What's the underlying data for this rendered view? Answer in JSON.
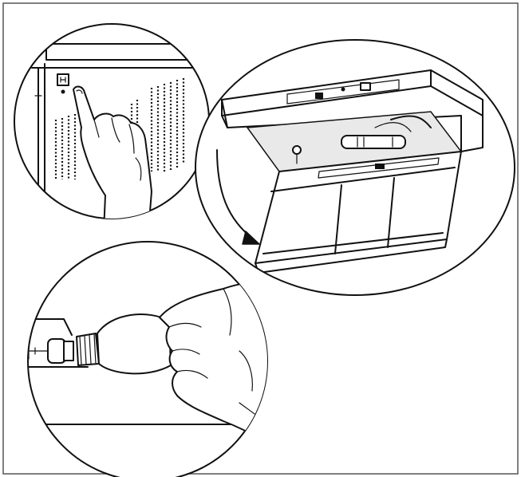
{
  "figure": {
    "panels": [
      {
        "id": "switch-panel",
        "depicts": "finger-pressing-switch"
      },
      {
        "id": "hood-panel",
        "depicts": "filter-panel-swinging-open"
      },
      {
        "id": "bulb-panel",
        "depicts": "hand-replacing-bulb"
      }
    ],
    "colors": {
      "line": "#111111",
      "background": "#ffffff",
      "frame": "#555555"
    }
  }
}
